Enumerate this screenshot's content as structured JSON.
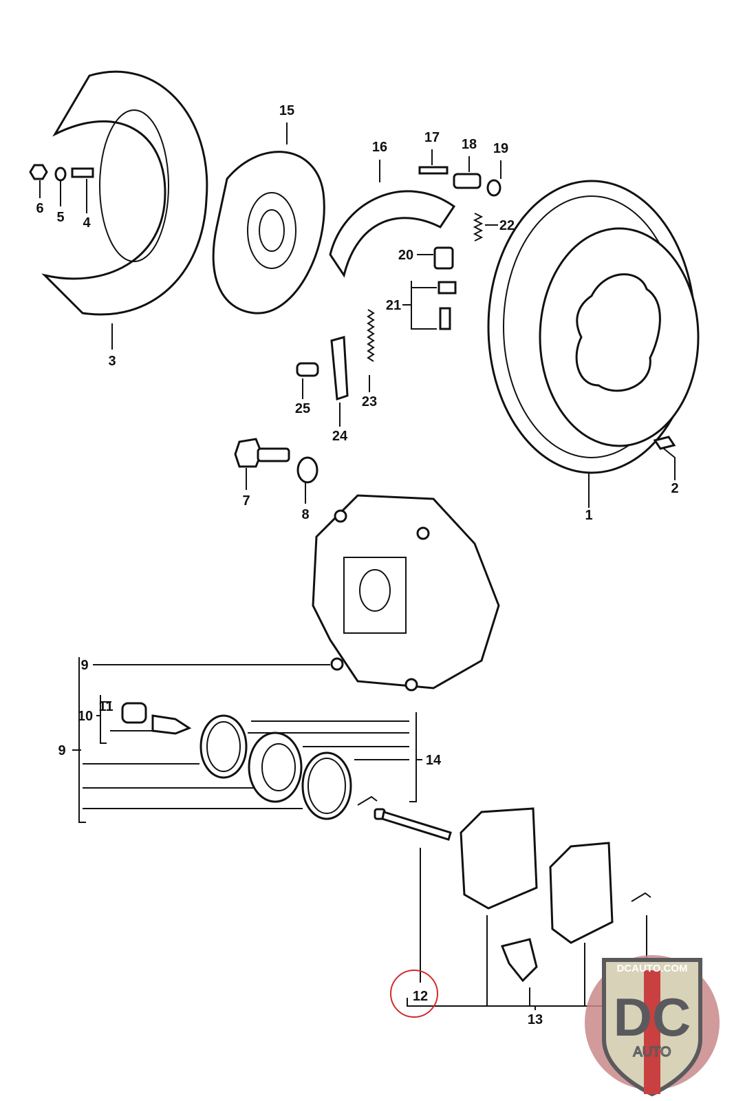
{
  "diagram": {
    "callouts": [
      "1",
      "2",
      "3",
      "4",
      "5",
      "6",
      "7",
      "8",
      "9",
      "9",
      "10",
      "11",
      "12",
      "13",
      "14",
      "15",
      "16",
      "17",
      "18",
      "19",
      "20",
      "21",
      "22",
      "23",
      "24",
      "25"
    ],
    "highlighted_callout": "12",
    "highlight_color": "#d22a2a"
  },
  "watermark": {
    "top_text": "DCAUTO.COM",
    "monogram": "DC",
    "bottom_text": "AUTO",
    "colors": {
      "circle": "#c98a8a",
      "shield": "#d8d2b8",
      "letters": "#5a5a5e",
      "stripe": "#c94040"
    }
  }
}
